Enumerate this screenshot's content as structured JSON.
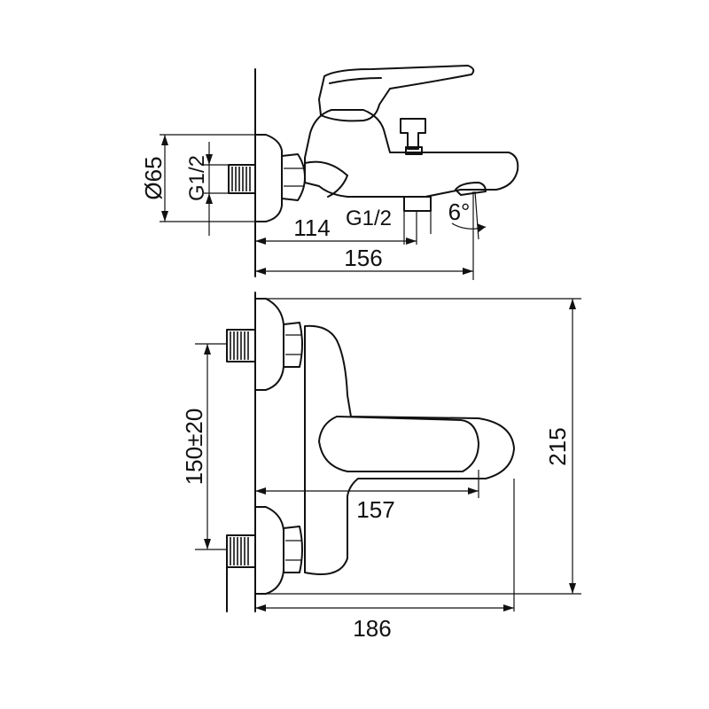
{
  "top_view": {
    "dim_body_diameter": "Ø65",
    "dim_connection_thread": "G1/2",
    "dim_spout_thread": "G1/2",
    "dim_114": "114",
    "dim_156": "156",
    "dim_angle": "6°"
  },
  "front_view": {
    "dim_center_distance": "150±20",
    "dim_157": "157",
    "dim_186": "186",
    "dim_height": "215"
  }
}
